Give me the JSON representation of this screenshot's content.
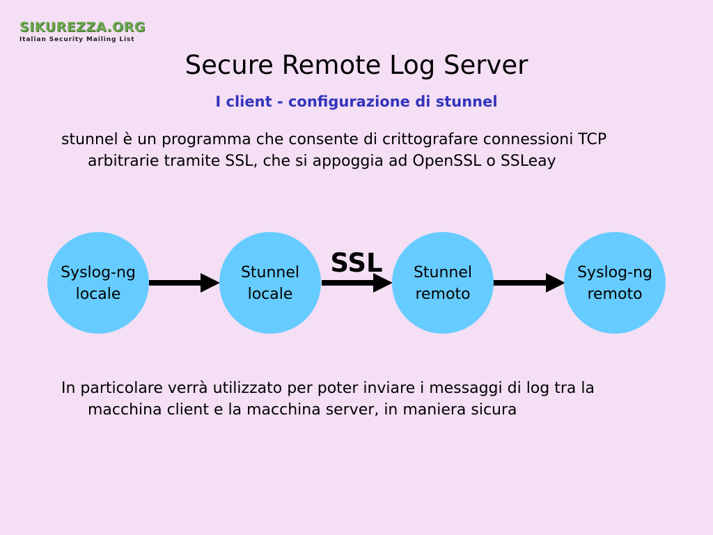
{
  "logo": {
    "name": "SIKUREZZA.ORG",
    "tagline": "Italian Security Mailing List"
  },
  "slide": {
    "title": "Secure Remote Log Server",
    "subtitle": "I client - configurazione di stunnel",
    "paragraph1": "stunnel è un programma che consente di crittografare connessioni TCP arbitrarie tramite SSL, che si appoggia ad OpenSSL o SSLeay",
    "paragraph2": "In particolare verrà utilizzato per poter inviare i messaggi di log tra la macchina client e la macchina server, in maniera sicura"
  },
  "diagram": {
    "colors": {
      "node_fill": "#66ccff",
      "arrow": "#000000"
    },
    "nodes": [
      {
        "line1": "Syslog-ng",
        "line2": "locale"
      },
      {
        "line1": "Stunnel",
        "line2": "locale"
      },
      {
        "line1": "Stunnel",
        "line2": "remoto"
      },
      {
        "line1": "Syslog-ng",
        "line2": "remoto"
      }
    ],
    "ssl_label": "SSL"
  }
}
